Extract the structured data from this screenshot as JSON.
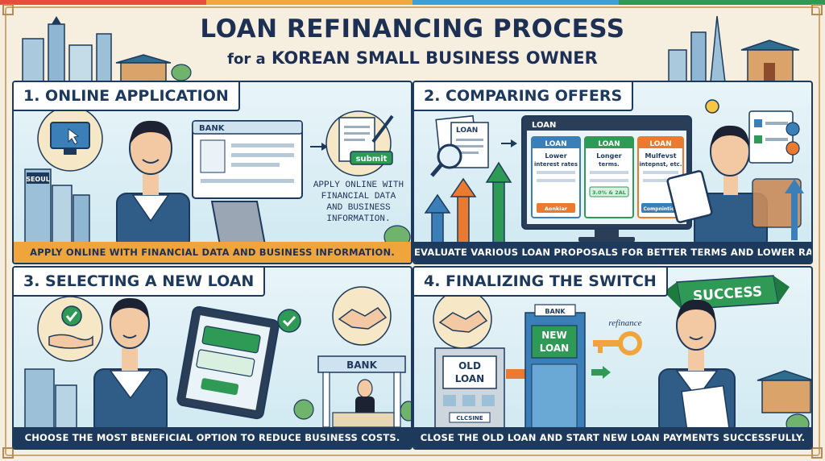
{
  "title": {
    "line1": "LOAN REFINANCING PROCESS",
    "line2_prefix": "for a",
    "line2_main": "KOREAN SMALL BUSINESS OWNER"
  },
  "colors": {
    "navy": "#1d3a5c",
    "title_navy": "#1d2f52",
    "caption_orange": "#f0a53c",
    "success_green": "#2f9a55",
    "arrow_orange": "#ea7a30",
    "frame_gold": "#c9a877",
    "top_strip": [
      "#e94b3c",
      "#f4a83a",
      "#3aa0d8",
      "#2d9a55"
    ]
  },
  "panels": [
    {
      "id": "online-application",
      "heading": "1. ONLINE APPLICATION",
      "caption": "APPLY ONLINE WITH FINANCIAL DATA AND BUSINESS INFORMATION.",
      "browser_label": "BANK",
      "submit_label": "submit",
      "city_label": "SEOUL",
      "note_lines": [
        "APPLY ONLINE WITH",
        "FINANCIAL DATA",
        "AND BUSINESS",
        "INFORMATION."
      ]
    },
    {
      "id": "comparing-offers",
      "heading": "2. COMPARING OFFERS",
      "caption": "EVALUATE VARIOUS LOAN PROPOSALS FOR BETTER TERMS AND LOWER RATES.",
      "doc_label": "LOAN",
      "monitor_label": "LOAN",
      "cards": [
        {
          "tag": "LOAN",
          "line1": "Lower",
          "line2": "interest rates",
          "button": "Aonkiar"
        },
        {
          "tag": "LOAN",
          "line1": "Longer",
          "line2": "terms.",
          "button": "3.0% & 2AL"
        },
        {
          "tag": "LOAN",
          "line1": "Mulfevst",
          "line2": "intepnst, etc.",
          "button": "Compnintion"
        }
      ]
    },
    {
      "id": "selecting-new-loan",
      "heading": "3. SELECTING A NEW LOAN",
      "caption": "CHOOSE THE MOST BENEFICIAL OPTION TO REDUCE BUSINESS COSTS.",
      "bank_label": "BANK"
    },
    {
      "id": "finalizing-switch",
      "heading": "4. FINALIZING THE SWITCH",
      "caption": "CLOSE THE OLD LOAN AND START NEW LOAN PAYMENTS SUCCESSFULLY.",
      "success_label": "SUCCESS",
      "old_loan_lines": [
        "OLD",
        "LOAN"
      ],
      "new_loan_lines": [
        "NEW",
        "LOAN"
      ],
      "bank_label": "BANK",
      "closing_label": "CLCSINE",
      "refinance_label": "refinance"
    }
  ]
}
